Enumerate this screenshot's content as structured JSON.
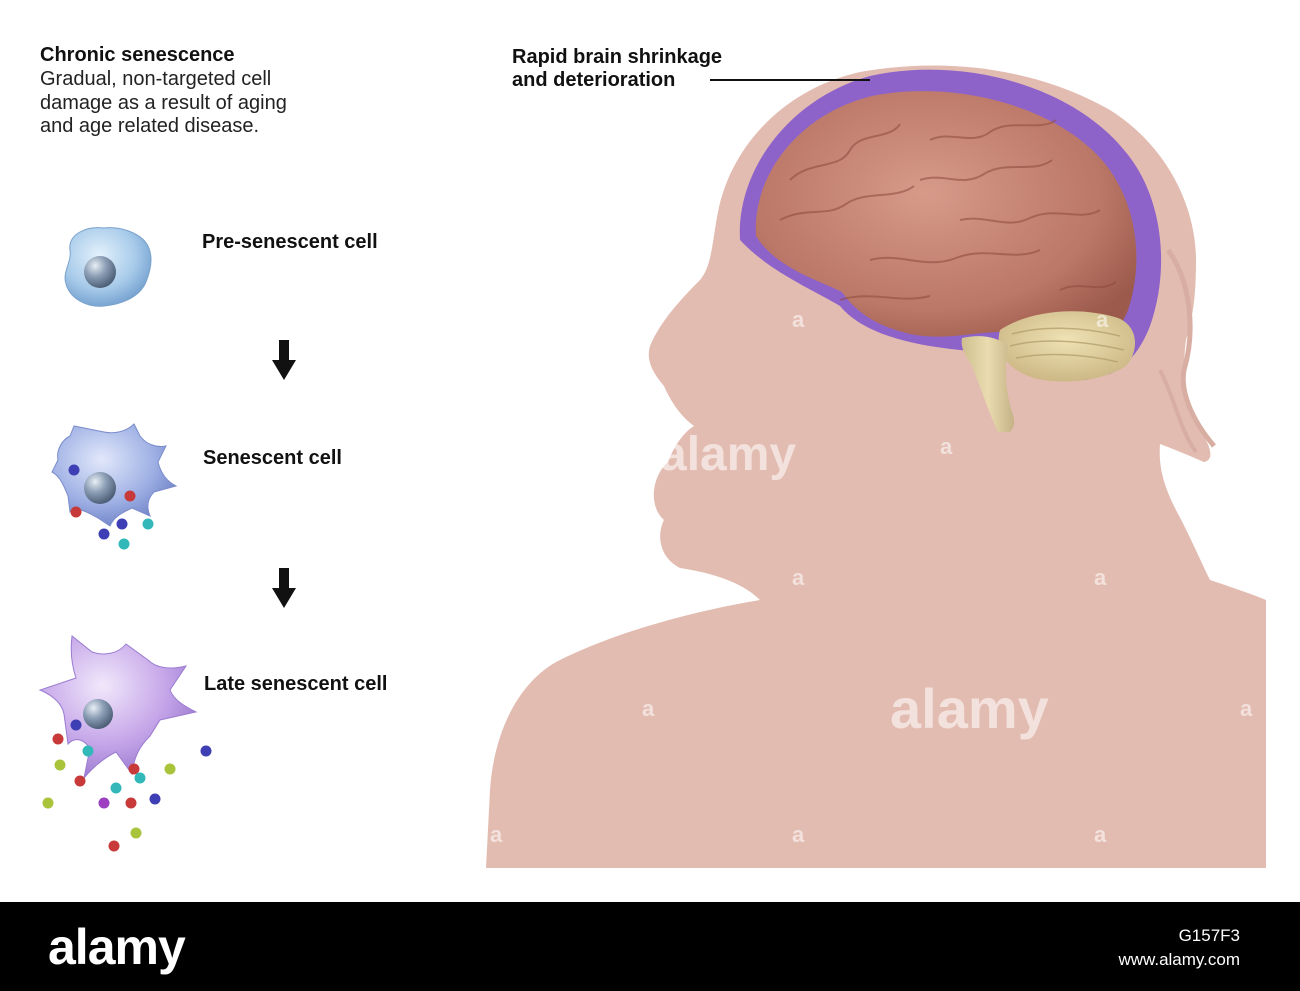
{
  "intro": {
    "title": "Chronic senescence",
    "description": "Gradual, non-targeted cell damage as a result of aging and age related disease."
  },
  "stages": [
    {
      "label": "Pre-senescent cell"
    },
    {
      "label": "Senescent cell"
    },
    {
      "label": "Late senescent cell"
    }
  ],
  "brain_label": {
    "line1": "Rapid brain shrinkage",
    "line2": "and deterioration"
  },
  "icons": [
    "arrow-down-icon",
    "pre-senescent-cell-icon",
    "senescent-cell-icon",
    "late-senescent-cell-icon",
    "brain-icon"
  ],
  "colors": {
    "head": "#e3bcb1",
    "brain": "#bd7a6b",
    "shrink_layer": "#8e63c9",
    "cerebellum": "#e0cf9c",
    "cell_pre": "#9fc4e4",
    "cell_senescent": "#9aaee0",
    "cell_late": "#bf9ee4"
  },
  "watermark": {
    "brand": "alamy",
    "image_id": "G157F3",
    "site": "www.alamy.com"
  }
}
